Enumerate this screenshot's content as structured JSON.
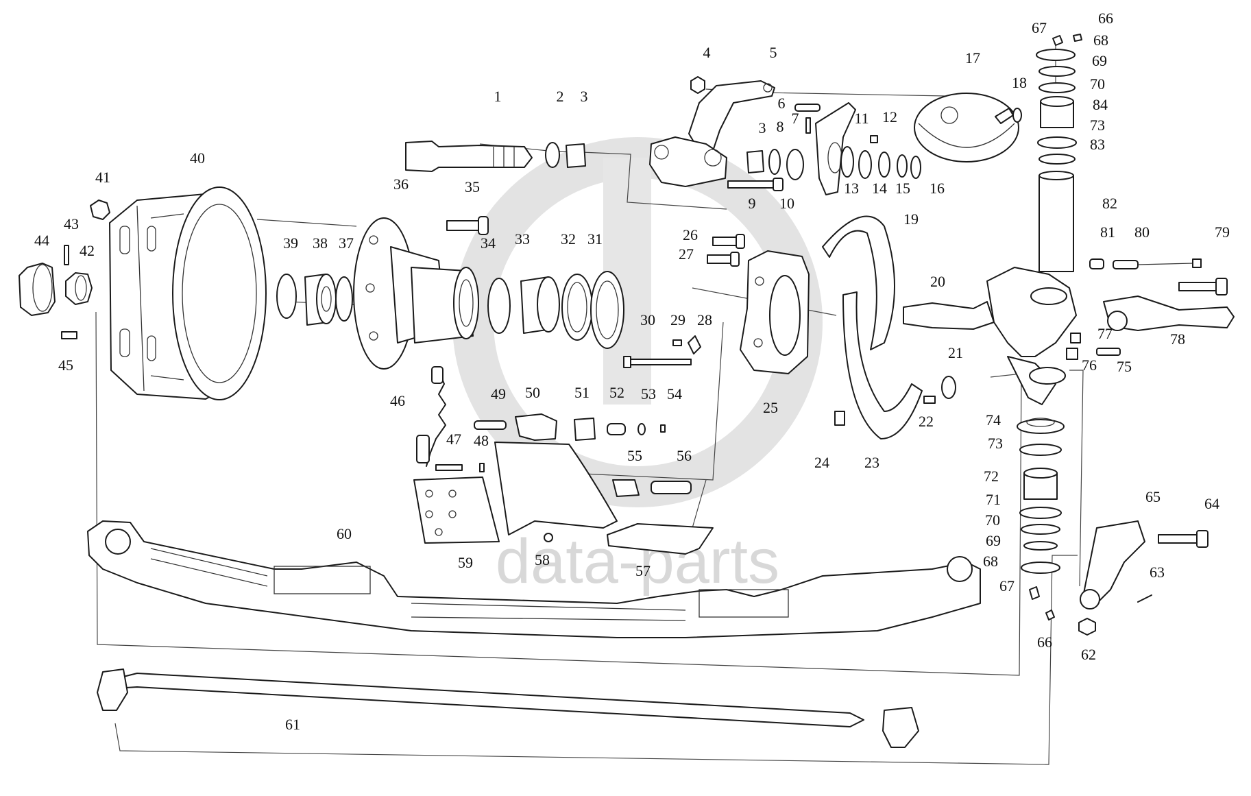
{
  "watermark": {
    "text": "data-parts",
    "color": "#d9d9d9"
  },
  "parts": [
    {
      "id": "1",
      "name": "shaft"
    },
    {
      "id": "2",
      "name": "ring"
    },
    {
      "id": "3",
      "name": "bushing"
    },
    {
      "id": "4",
      "name": "nut"
    },
    {
      "id": "5",
      "name": "slack-adjuster-bracket"
    },
    {
      "id": "6",
      "name": "pin"
    },
    {
      "id": "7",
      "name": "cotter-pin"
    },
    {
      "id": "8",
      "name": "ring"
    },
    {
      "id": "9",
      "name": "bolt"
    },
    {
      "id": "10",
      "name": "seal"
    },
    {
      "id": "11",
      "name": "slack-adjuster"
    },
    {
      "id": "12",
      "name": "grease-nipple"
    },
    {
      "id": "13",
      "name": "washer"
    },
    {
      "id": "14",
      "name": "washer"
    },
    {
      "id": "15",
      "name": "ring"
    },
    {
      "id": "16",
      "name": "snap-ring"
    },
    {
      "id": "17",
      "name": "brake-chamber"
    },
    {
      "id": "18",
      "name": "nut"
    },
    {
      "id": "19",
      "name": "dust-shield"
    },
    {
      "id": "20",
      "name": "steering-knuckle"
    },
    {
      "id": "21",
      "name": "bushing"
    },
    {
      "id": "22",
      "name": "bolt"
    },
    {
      "id": "23",
      "name": "dust-shield"
    },
    {
      "id": "24",
      "name": "clip"
    },
    {
      "id": "25",
      "name": "brake-spider"
    },
    {
      "id": "26",
      "name": "bolt"
    },
    {
      "id": "27",
      "name": "bolt"
    },
    {
      "id": "28",
      "name": "plate"
    },
    {
      "id": "29",
      "name": "screw"
    },
    {
      "id": "30",
      "name": "bolt"
    },
    {
      "id": "31",
      "name": "oil-seal"
    },
    {
      "id": "32",
      "name": "bearing-race"
    },
    {
      "id": "33",
      "name": "bearing"
    },
    {
      "id": "34",
      "name": "ring"
    },
    {
      "id": "35",
      "name": "wheel-bolt"
    },
    {
      "id": "36",
      "name": "wheel-hub"
    },
    {
      "id": "37",
      "name": "ring"
    },
    {
      "id": "38",
      "name": "bearing"
    },
    {
      "id": "39",
      "name": "washer"
    },
    {
      "id": "40",
      "name": "brake-drum"
    },
    {
      "id": "41",
      "name": "wheel-nut"
    },
    {
      "id": "42",
      "name": "nut"
    },
    {
      "id": "43",
      "name": "cotter-pin"
    },
    {
      "id": "44",
      "name": "hub-cap"
    },
    {
      "id": "45",
      "name": "screw"
    },
    {
      "id": "46",
      "name": "spring"
    },
    {
      "id": "47",
      "name": "pin"
    },
    {
      "id": "48",
      "name": "clip"
    },
    {
      "id": "49",
      "name": "pin"
    },
    {
      "id": "50",
      "name": "shoe-link"
    },
    {
      "id": "51",
      "name": "roller"
    },
    {
      "id": "52",
      "name": "pin"
    },
    {
      "id": "53",
      "name": "ring"
    },
    {
      "id": "54",
      "name": "clip"
    },
    {
      "id": "55",
      "name": "roller"
    },
    {
      "id": "56",
      "name": "pin"
    },
    {
      "id": "57",
      "name": "plate"
    },
    {
      "id": "58",
      "name": "rivet"
    },
    {
      "id": "59",
      "name": "brake-lining"
    },
    {
      "id": "60",
      "name": "front-axle-beam"
    },
    {
      "id": "61",
      "name": "tie-rod"
    },
    {
      "id": "62",
      "name": "nut"
    },
    {
      "id": "63",
      "name": "cotter-pin"
    },
    {
      "id": "64",
      "name": "bolt"
    },
    {
      "id": "65",
      "name": "steering-arm"
    },
    {
      "id": "66",
      "name": "grease-nipple"
    },
    {
      "id": "67",
      "name": "grease-nipple"
    },
    {
      "id": "68",
      "name": "snap-ring"
    },
    {
      "id": "69",
      "name": "washer"
    },
    {
      "id": "70",
      "name": "washer"
    },
    {
      "id": "71",
      "name": "ring"
    },
    {
      "id": "72",
      "name": "bushing"
    },
    {
      "id": "73",
      "name": "seal"
    },
    {
      "id": "74",
      "name": "thrust-bearing"
    },
    {
      "id": "75",
      "name": "pin"
    },
    {
      "id": "76",
      "name": "nut"
    },
    {
      "id": "77",
      "name": "nut"
    },
    {
      "id": "78",
      "name": "steering-arm"
    },
    {
      "id": "79",
      "name": "bolt"
    },
    {
      "id": "80",
      "name": "sensor"
    },
    {
      "id": "81",
      "name": "bushing"
    },
    {
      "id": "82",
      "name": "king-pin"
    },
    {
      "id": "83",
      "name": "seal"
    },
    {
      "id": "84",
      "name": "bushing"
    }
  ]
}
